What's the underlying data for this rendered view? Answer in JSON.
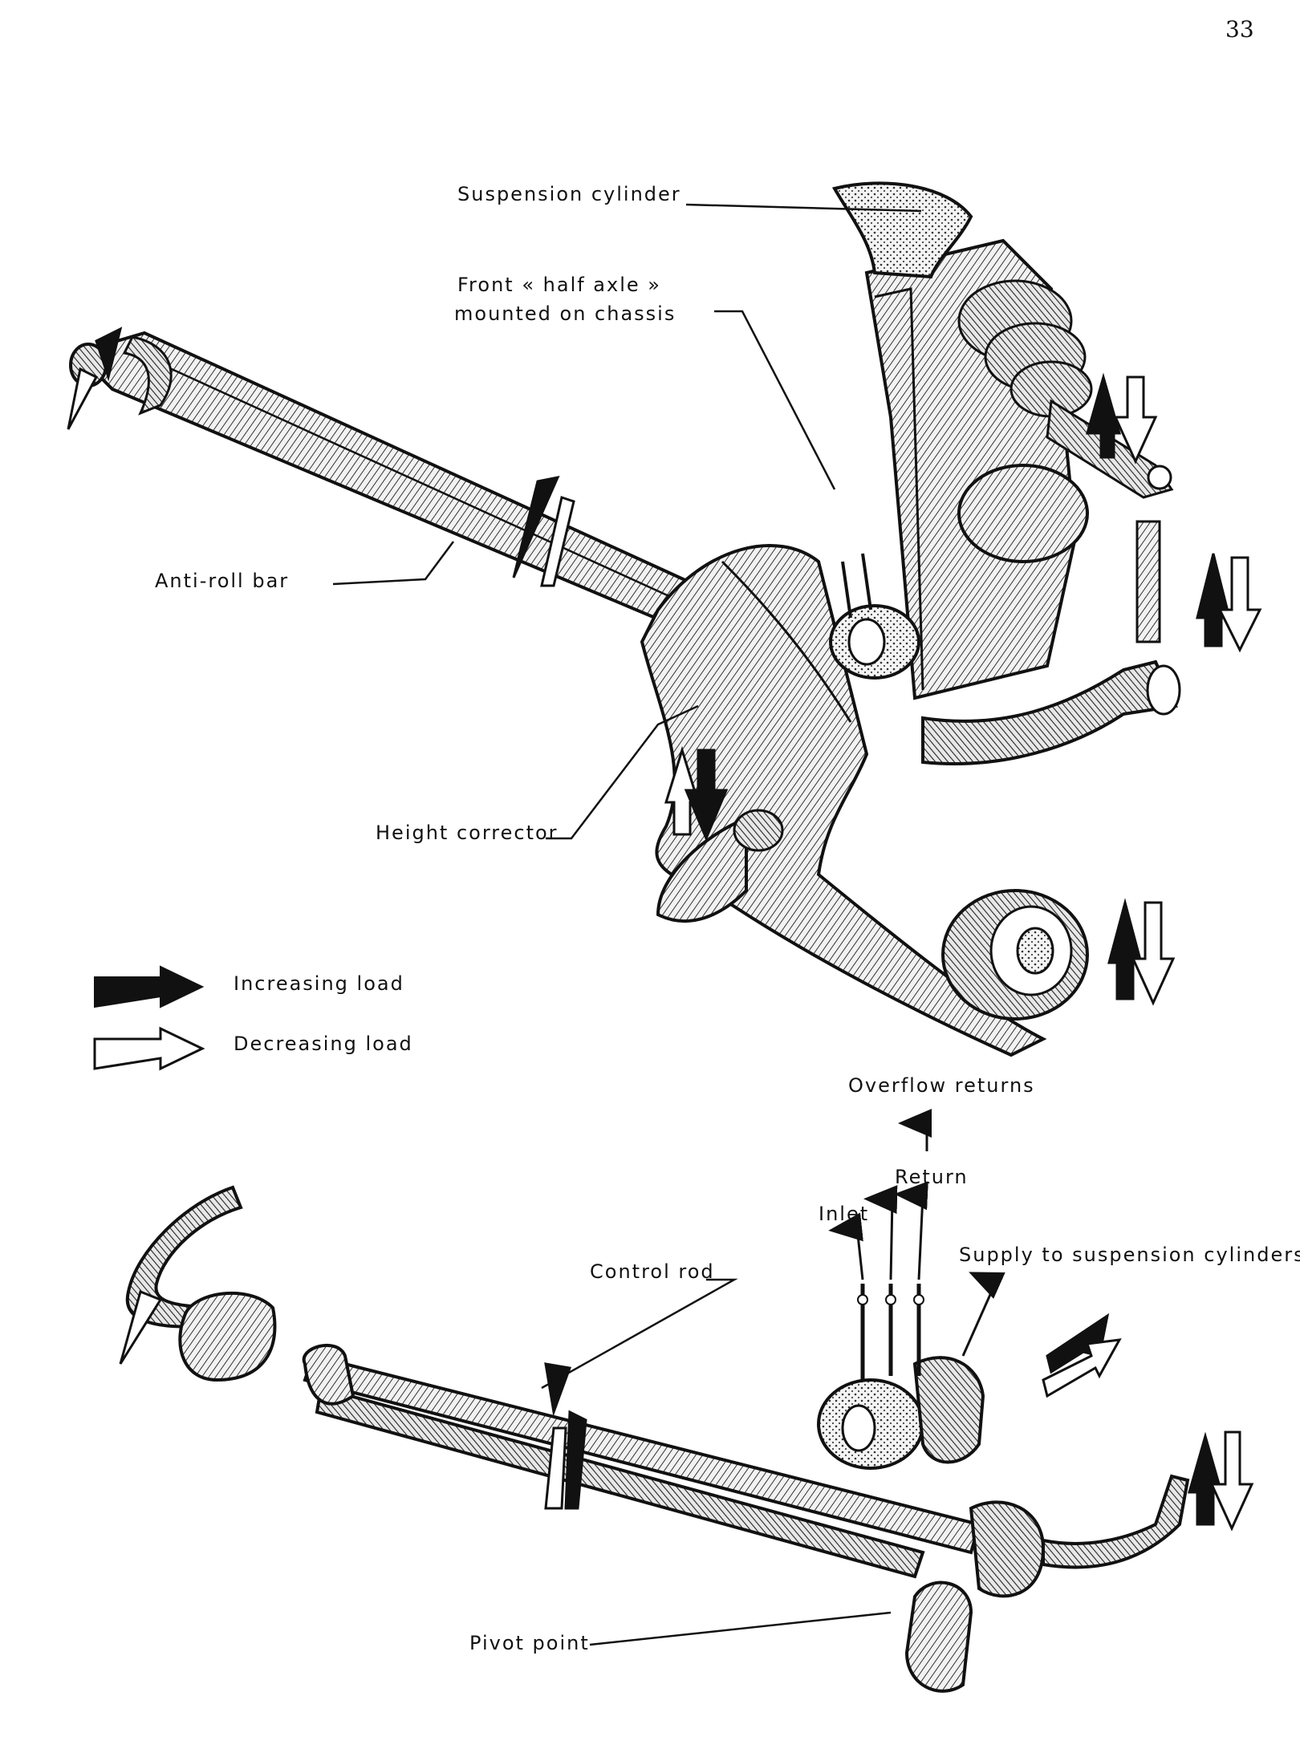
{
  "page_number": "33",
  "labels": {
    "suspension_cylinder": "Suspension cylinder",
    "front_half_axle_line1": "Front « half axle »",
    "front_half_axle_line2": "mounted on chassis",
    "anti_roll_bar": "Anti-roll bar",
    "height_corrector": "Height corrector",
    "overflow_returns": "Overflow returns",
    "return": "Return",
    "inlet": "Inlet",
    "supply_to_suspension_cylinders": "Supply to suspension cylinders",
    "control_rod": "Control rod",
    "pivot_point": "Pivot point"
  },
  "legend": {
    "items": [
      {
        "label": "Increasing load",
        "style": "filled"
      },
      {
        "label": "Decreasing load",
        "style": "outline"
      }
    ]
  }
}
